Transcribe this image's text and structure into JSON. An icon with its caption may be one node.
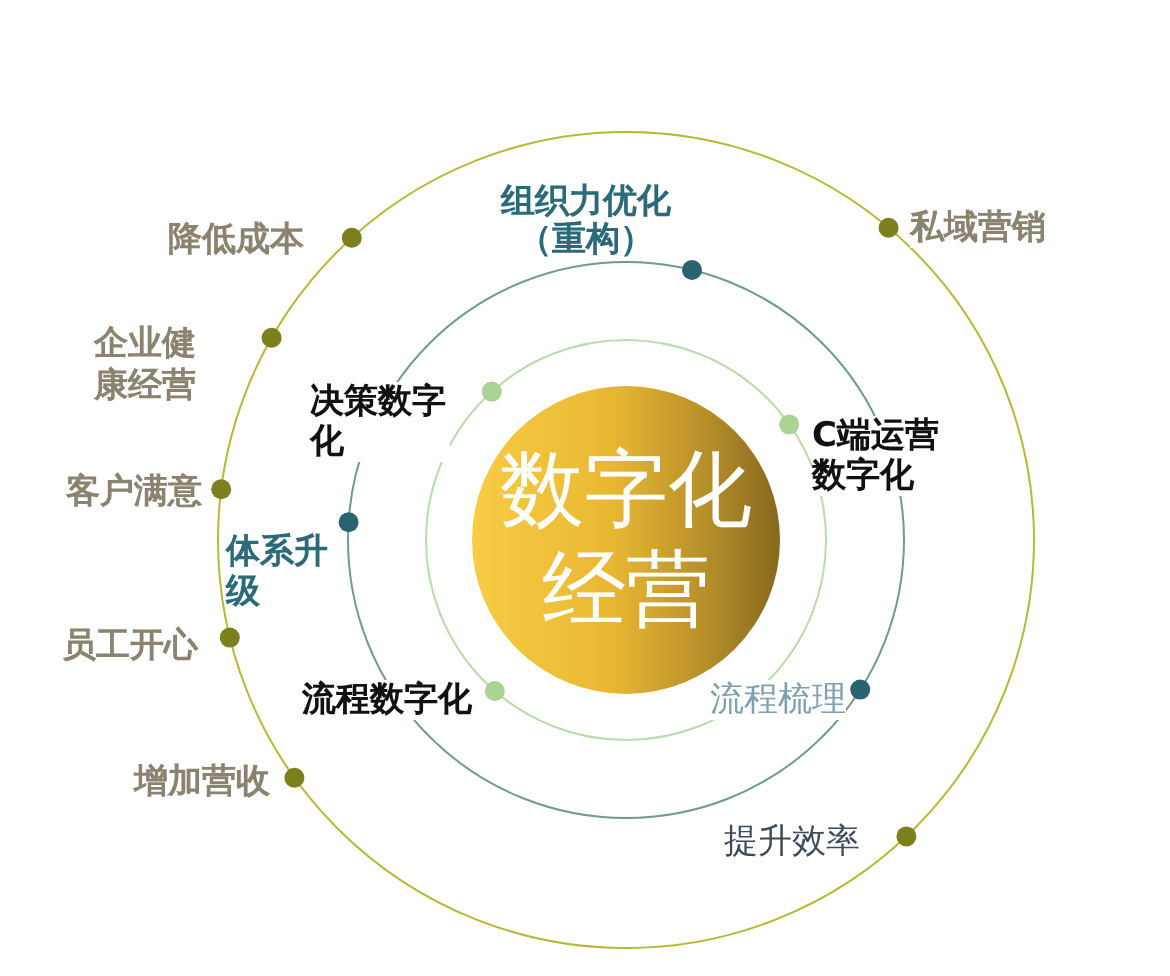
{
  "diagram": {
    "nodes": [
      {
        "text": [
          "数字化经营"
        ]
      }
    ],
    "labels": [
      "组织力优化（重构）",
      "降低成本",
      "私域营销",
      "企业健康经营",
      "决策数字化",
      "C端运营数字化",
      "客户满意",
      "体系升级",
      "员工开心",
      "流程数字化",
      "流程梳理",
      "增加营收",
      "提升效率"
    ]
  }
}
